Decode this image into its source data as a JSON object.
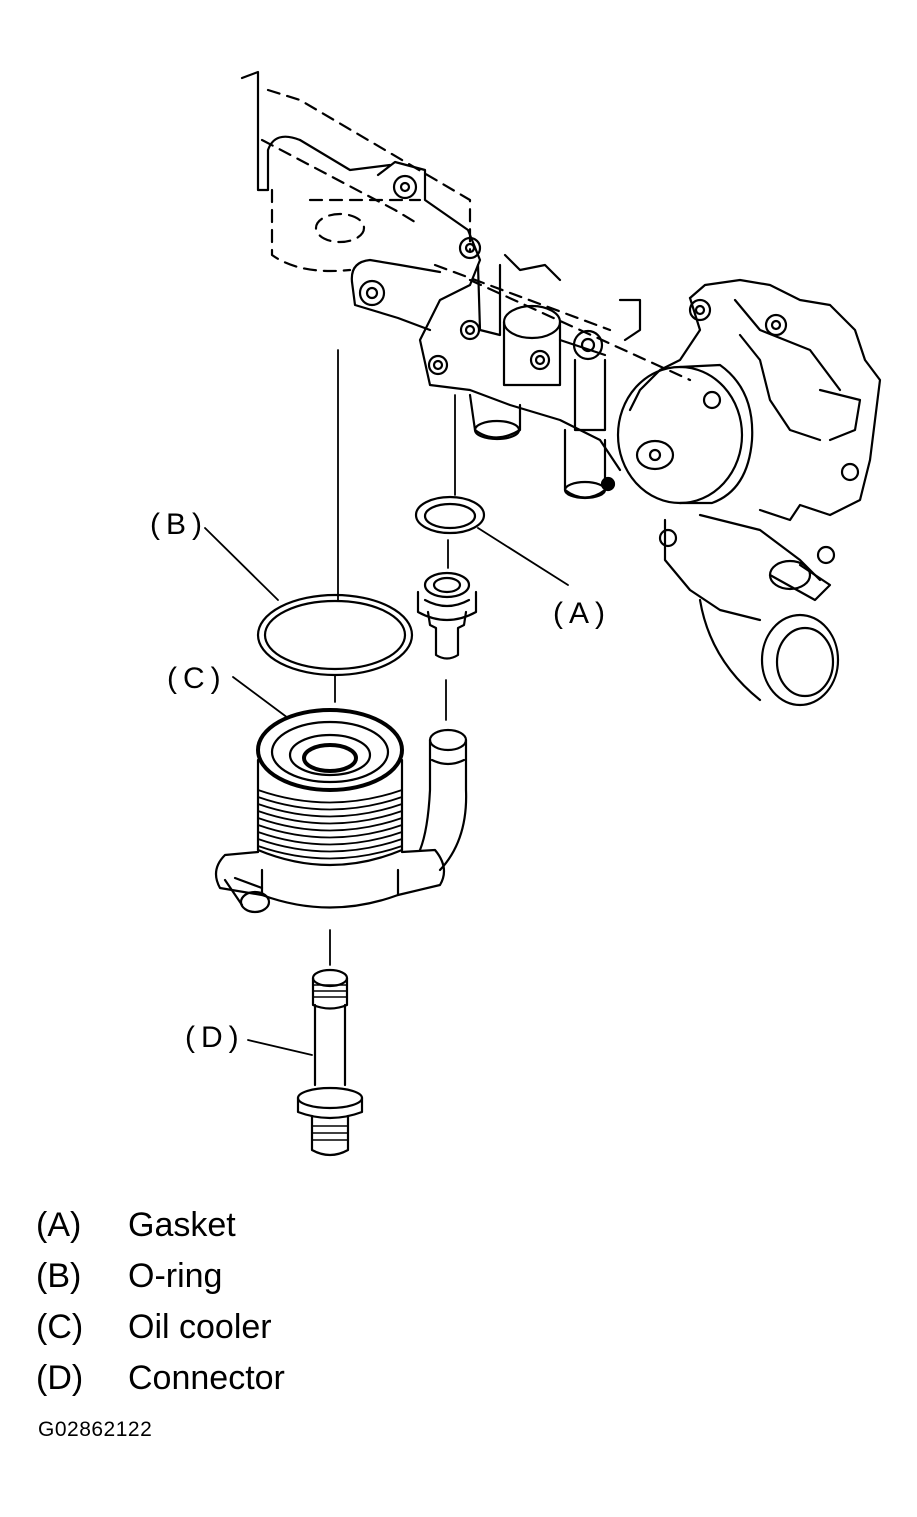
{
  "callouts": {
    "a": "(A)",
    "b": "(B)",
    "c": "(C)",
    "d": "(D)"
  },
  "legend": [
    {
      "key": "(A)",
      "desc": "Gasket"
    },
    {
      "key": "(B)",
      "desc": "O-ring"
    },
    {
      "key": "(C)",
      "desc": "Oil cooler"
    },
    {
      "key": "(D)",
      "desc": "Connector"
    }
  ],
  "figure_code": "G02862122",
  "colors": {
    "ink": "#000000",
    "paper": "#ffffff"
  }
}
